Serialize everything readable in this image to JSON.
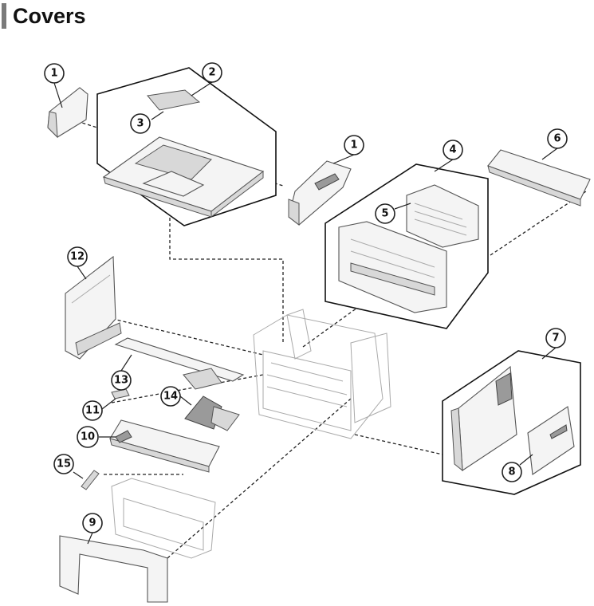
{
  "page_title": "Covers",
  "callouts": {
    "c1a": "1",
    "c2": "2",
    "c3": "3",
    "c1b": "1",
    "c4": "4",
    "c5": "5",
    "c6": "6",
    "c7": "7",
    "c8": "8",
    "c9": "9",
    "c10": "10",
    "c11": "11",
    "c12": "12",
    "c13": "13",
    "c14": "14",
    "c15": "15"
  }
}
